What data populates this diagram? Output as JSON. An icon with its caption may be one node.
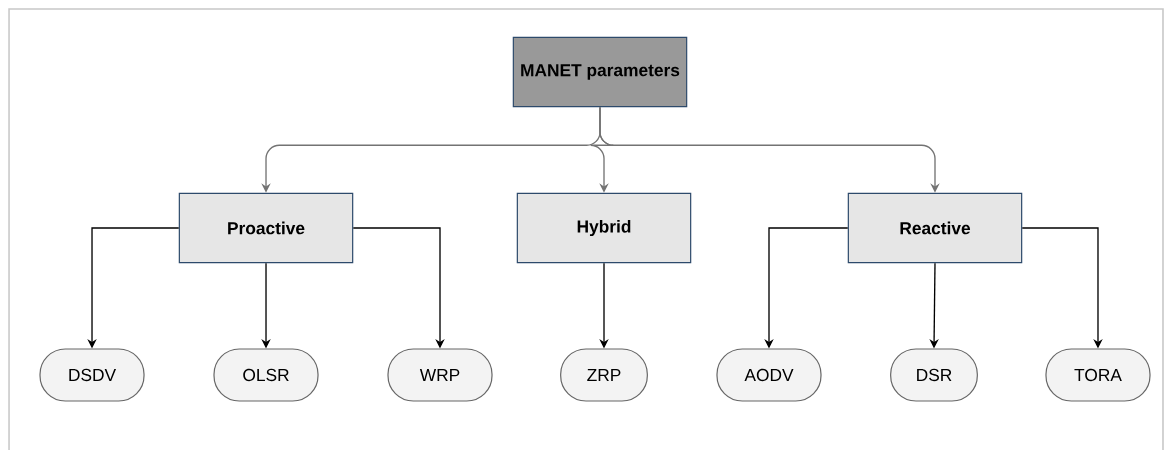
{
  "diagram": {
    "nodes": [
      {
        "text": [
          "MANET parameters"
        ]
      },
      {
        "text": [
          "Proactive"
        ]
      },
      {
        "text": [
          "Hybrid"
        ]
      },
      {
        "text": [
          "Reactive"
        ]
      },
      {
        "text": [
          "DSDV"
        ]
      },
      {
        "text": [
          "OLSR"
        ]
      },
      {
        "text": [
          "WRP"
        ]
      },
      {
        "text": [
          "ZRP"
        ]
      },
      {
        "text": [
          "AODV"
        ]
      },
      {
        "text": [
          "DSR"
        ]
      },
      {
        "text": [
          "TORA"
        ]
      }
    ],
    "edges": [
      {
        "from": 0,
        "to": 1,
        "arrow": "to",
        "color": "#737373"
      },
      {
        "from": 0,
        "to": 2,
        "arrow": "to",
        "color": "#737373"
      },
      {
        "from": 0,
        "to": 3,
        "arrow": "to",
        "color": "#737373"
      },
      {
        "from": 1,
        "to": 4,
        "arrow": "to"
      },
      {
        "from": 1,
        "to": 5,
        "arrow": "to"
      },
      {
        "from": 1,
        "to": 6,
        "arrow": "to"
      },
      {
        "from": 2,
        "to": 7,
        "arrow": "to"
      },
      {
        "from": 3,
        "to": 8,
        "arrow": "to"
      },
      {
        "from": 3,
        "to": 9,
        "arrow": "to"
      },
      {
        "from": 3,
        "to": 10,
        "arrow": "to"
      }
    ]
  }
}
